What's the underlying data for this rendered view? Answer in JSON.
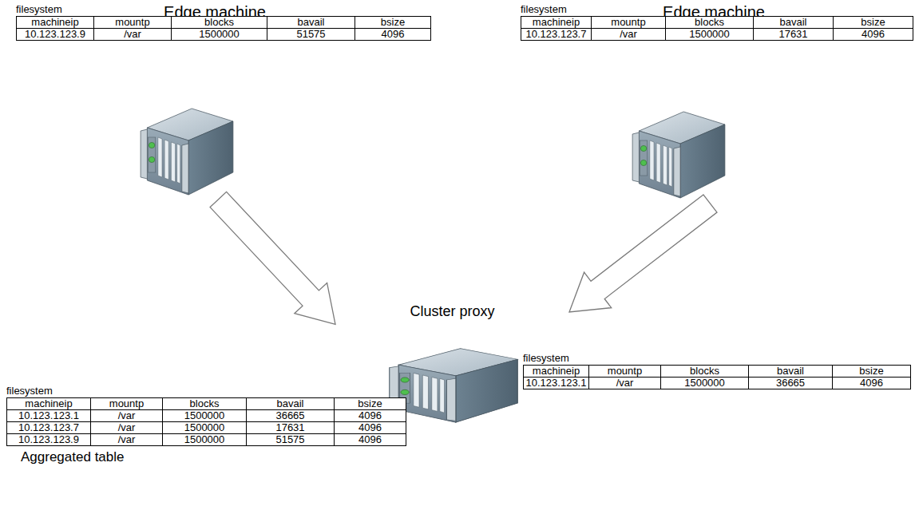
{
  "diagram": {
    "nodes": [
      {
        "text": [
          "Edge machine"
        ]
      },
      {
        "text": [
          "Edge machine"
        ]
      },
      {
        "text": [
          "Cluster proxy"
        ]
      }
    ],
    "edges": [
      {
        "from": 0,
        "to": 2,
        "arrow": "to"
      },
      {
        "from": 1,
        "to": 2,
        "arrow": "to"
      }
    ],
    "labels": [
      "filesystem",
      "machineip",
      "mountp",
      "blocks",
      "bavail",
      "bsize",
      "10.123.123.9",
      "/var",
      "1500000",
      "51575",
      "4096",
      "filesystem",
      "machineip",
      "mountp",
      "blocks",
      "bavail",
      "bsize",
      "10.123.123.7",
      "/var",
      "1500000",
      "17631",
      "4096",
      "filesystem",
      "machineip",
      "mountp",
      "blocks",
      "bavail",
      "bsize",
      "10.123.123.1",
      "/var",
      "1500000",
      "36665",
      "4096",
      "filesystem",
      "machineip",
      "mountp",
      "blocks",
      "bavail",
      "bsize",
      "10.123.123.1",
      "/var",
      "1500000",
      "36665",
      "4096",
      "10.123.123.7",
      "/var",
      "1500000",
      "17631",
      "4096",
      "10.123.123.9",
      "/var",
      "1500000",
      "51575",
      "4096",
      "Aggregated table"
    ]
  }
}
